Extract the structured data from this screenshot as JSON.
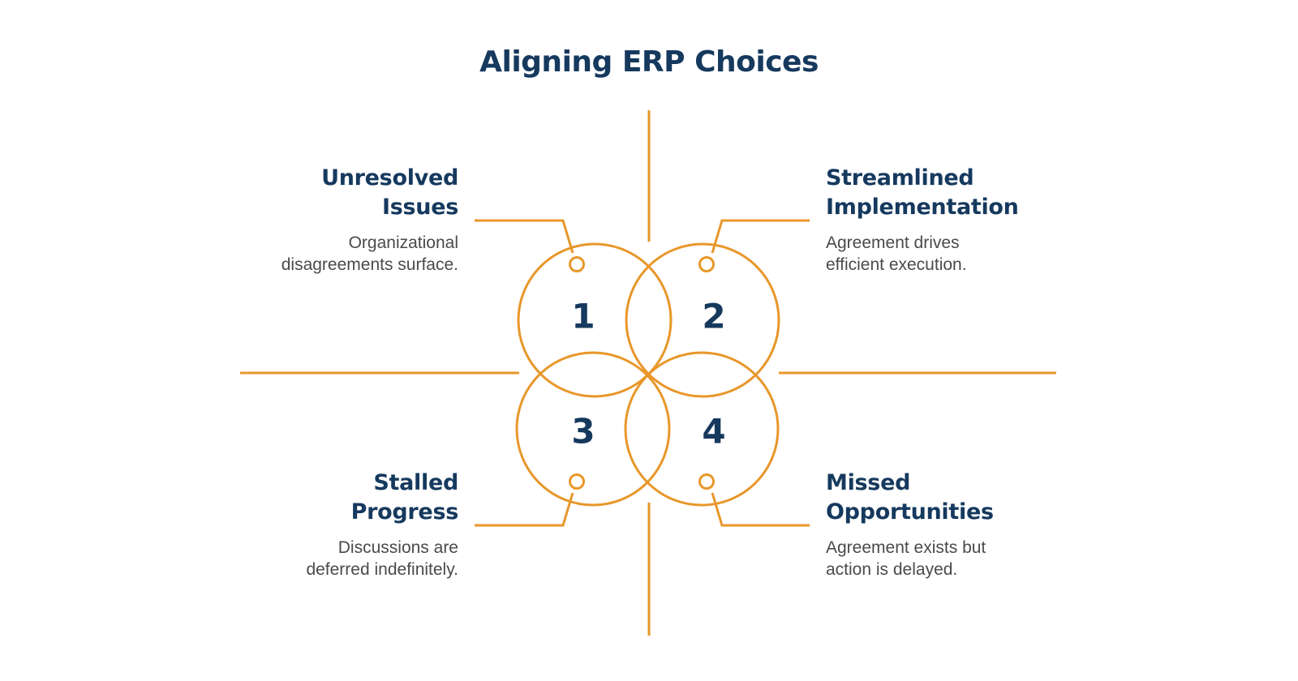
{
  "title": "Aligning ERP Choices",
  "colors": {
    "accent": "#e8972a",
    "heading": "#16395e",
    "text": "#4a4a4a"
  },
  "quadrants": [
    {
      "number": "1",
      "heading": "Unresolved\nIssues",
      "description": "Organizational\ndisagreements surface."
    },
    {
      "number": "2",
      "heading": "Streamlined\nImplementation",
      "description": "Agreement drives\nefficient execution."
    },
    {
      "number": "3",
      "heading": "Stalled\nProgress",
      "description": "Discussions are\ndeferred indefinitely."
    },
    {
      "number": "4",
      "heading": "Missed\nOpportunities",
      "description": "Agreement exists but\naction is delayed."
    }
  ]
}
